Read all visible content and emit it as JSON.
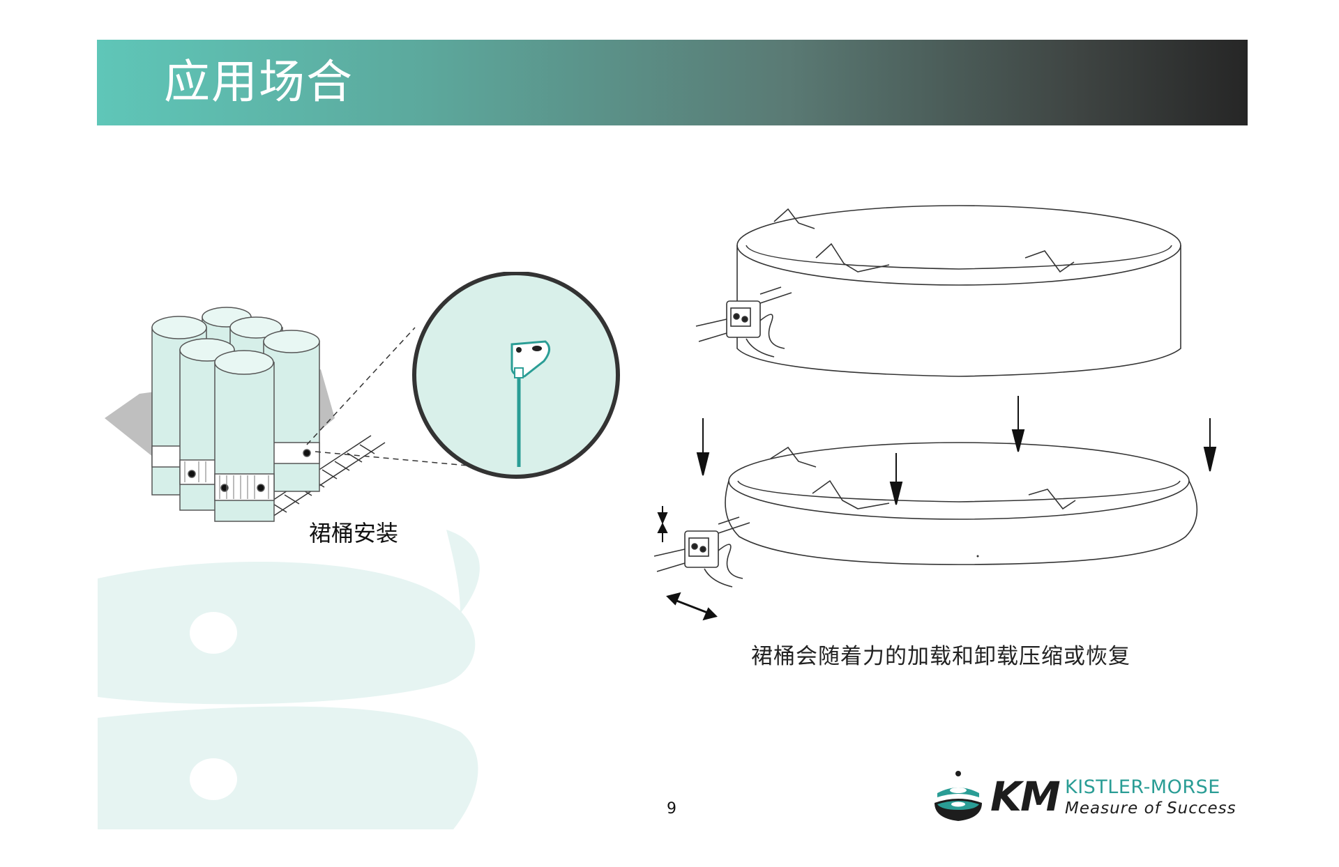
{
  "slide": {
    "title": "应用场合",
    "caption_left": "裙桶安装",
    "caption_right": "裙桶会随着力的加载和卸载压缩或恢复",
    "page_number": "9"
  },
  "logo": {
    "monogram": "KM",
    "company": "KISTLER-MORSE",
    "tagline": "Measure of Success"
  },
  "colors": {
    "accent_teal": "#5fc6b8",
    "header_dark": "#262626",
    "logo_teal": "#2a9d95",
    "watermark": "#e6f4f2"
  }
}
